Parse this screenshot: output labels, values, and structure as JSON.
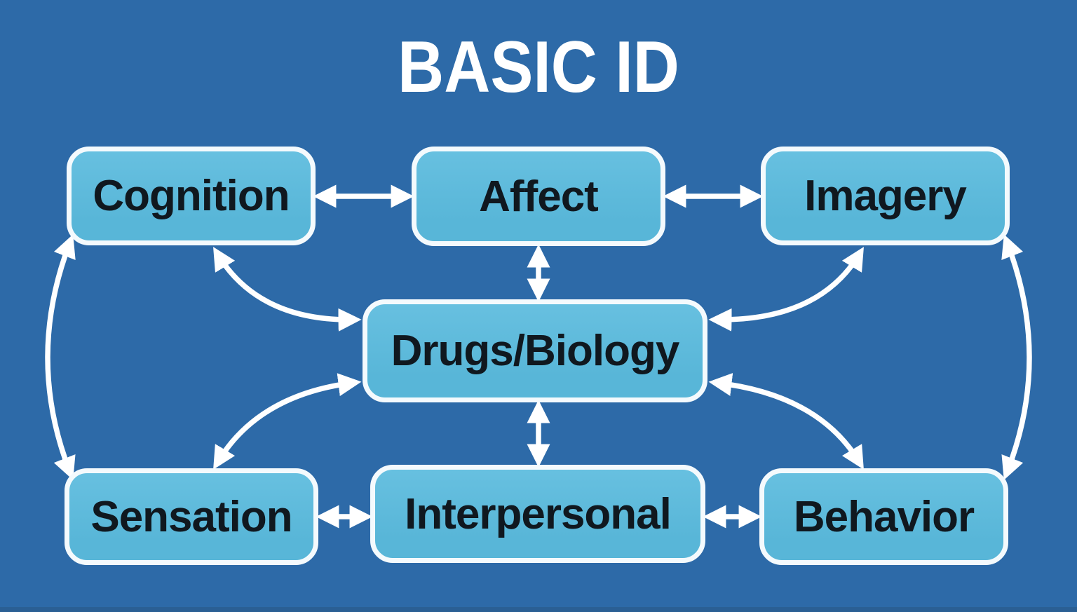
{
  "title": "BASIC ID",
  "colors": {
    "background": "#2d6aa8",
    "node_fill": "#58b6d8",
    "node_fill_light": "#67c0e0",
    "node_border": "#f4fafd",
    "arrow": "#ffffff",
    "node_text": "#10181f",
    "title_text": "#ffffff",
    "bottom_edge": "#2a5f94"
  },
  "diagram": {
    "type": "concept-map",
    "nodes": [
      {
        "id": "cognition",
        "label": "Cognition"
      },
      {
        "id": "affect",
        "label": "Affect"
      },
      {
        "id": "imagery",
        "label": "Imagery"
      },
      {
        "id": "drugs_biology",
        "label": "Drugs/Biology"
      },
      {
        "id": "sensation",
        "label": "Sensation"
      },
      {
        "id": "interpersonal",
        "label": "Interpersonal"
      },
      {
        "id": "behavior",
        "label": "Behavior"
      }
    ],
    "edges": [
      {
        "from": "Cognition",
        "to": "Affect",
        "bidirectional": true,
        "shape": "straight"
      },
      {
        "from": "Affect",
        "to": "Imagery",
        "bidirectional": true,
        "shape": "straight"
      },
      {
        "from": "Affect",
        "to": "Drugs/Biology",
        "bidirectional": true,
        "shape": "straight"
      },
      {
        "from": "Drugs/Biology",
        "to": "Interpersonal",
        "bidirectional": true,
        "shape": "straight"
      },
      {
        "from": "Sensation",
        "to": "Interpersonal",
        "bidirectional": true,
        "shape": "straight"
      },
      {
        "from": "Interpersonal",
        "to": "Behavior",
        "bidirectional": true,
        "shape": "straight"
      },
      {
        "from": "Cognition",
        "to": "Drugs/Biology",
        "bidirectional": true,
        "shape": "curved"
      },
      {
        "from": "Sensation",
        "to": "Drugs/Biology",
        "bidirectional": true,
        "shape": "curved"
      },
      {
        "from": "Imagery",
        "to": "Drugs/Biology",
        "bidirectional": true,
        "shape": "curved"
      },
      {
        "from": "Behavior",
        "to": "Drugs/Biology",
        "bidirectional": true,
        "shape": "curved"
      },
      {
        "from": "Cognition",
        "to": "Sensation",
        "bidirectional": true,
        "shape": "curved"
      },
      {
        "from": "Imagery",
        "to": "Behavior",
        "bidirectional": true,
        "shape": "curved"
      }
    ]
  }
}
